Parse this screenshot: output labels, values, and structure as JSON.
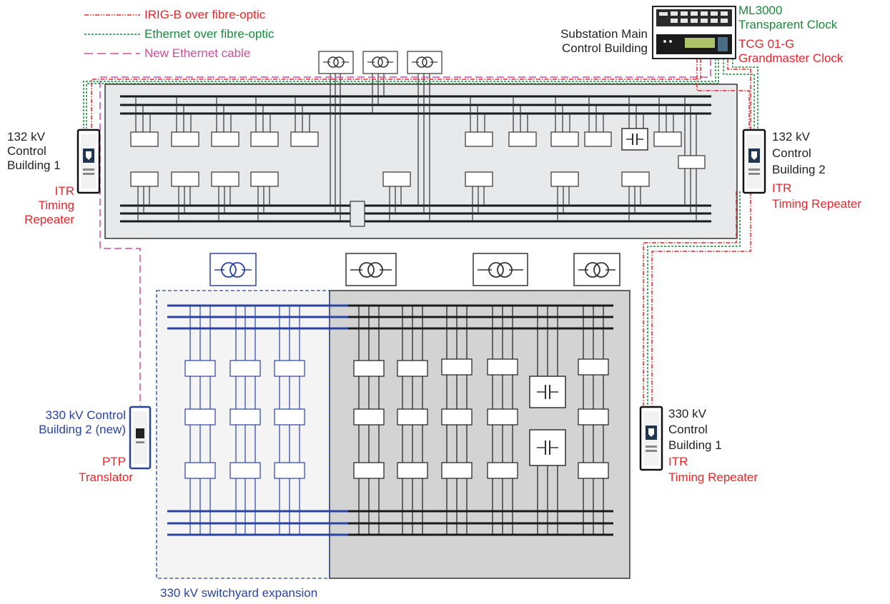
{
  "legend": {
    "irig": "IRIG-B over fibre-optic",
    "ethernet_fibre": "Ethernet over fibre-optic",
    "new_cable": "New Ethernet cable"
  },
  "main_building": {
    "title_line1": "Substation Main",
    "title_line2": "Control Building",
    "device1_line1": "ML3000",
    "device1_line2": "Transparent Clock",
    "device2_line1": "TCG 01-G",
    "device2_line2": "Grandmaster Clock"
  },
  "cb132_1": {
    "line1": "132 kV",
    "line2": "Control",
    "line3": "Building 1",
    "dev_line1": "ITR",
    "dev_line2": "Timing",
    "dev_line3": "Repeater"
  },
  "cb132_2": {
    "line1": "132 kV",
    "line2": "Control",
    "line3": "Building 2",
    "dev_line1": "ITR",
    "dev_line2": "Timing Repeater"
  },
  "cb330_2": {
    "line1": "330 kV Control",
    "line2": "Building 2 (new)",
    "dev_line1": "PTP",
    "dev_line2": "Translator"
  },
  "cb330_1": {
    "line1": "330 kV",
    "line2": "Control",
    "line3": "Building 1",
    "dev_line1": "ITR",
    "dev_line2": "Timing Repeater"
  },
  "expansion_label": "330 kV switchyard expansion",
  "colors": {
    "irig": "#e8262b",
    "ethernet": "#1a8a3a",
    "new_cable": "#cc4f9b",
    "expansion": "#2a43a0",
    "yard_132": "#e8e9eb",
    "yard_330": "#d3d3d4"
  }
}
